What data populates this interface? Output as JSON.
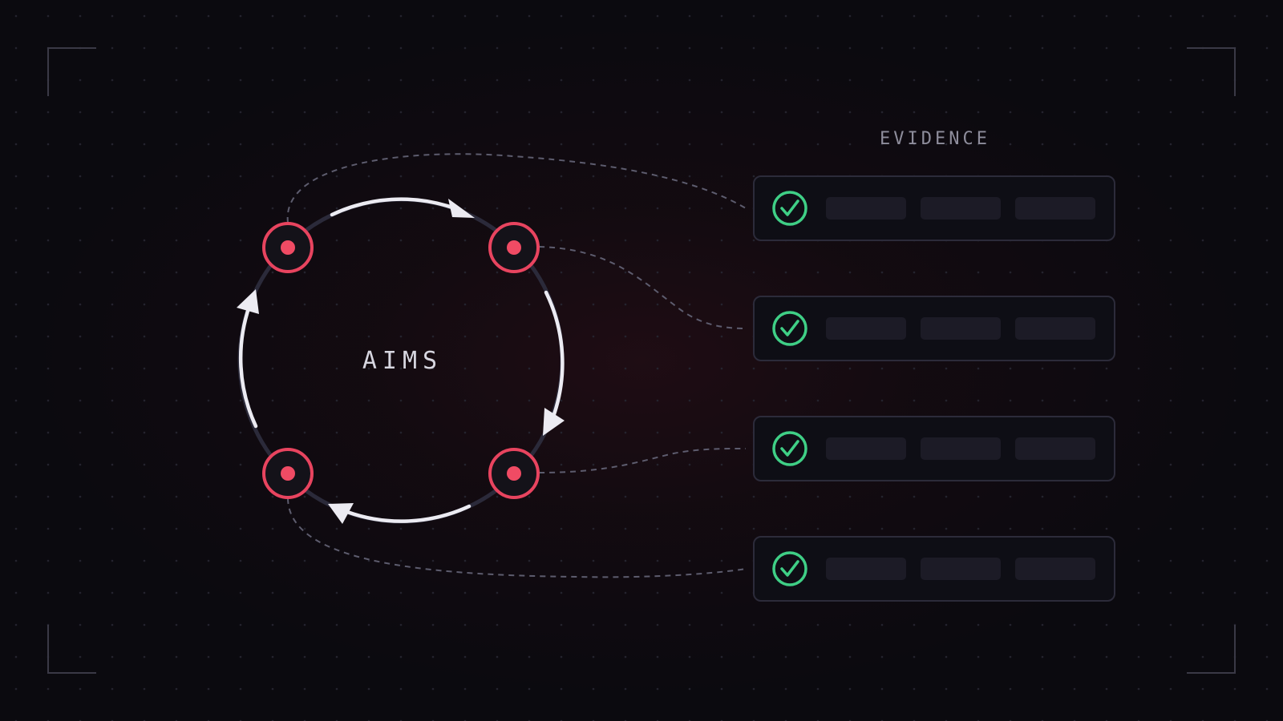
{
  "diagram": {
    "center_label": "AIMS",
    "panel_title": "EVIDENCE",
    "colors": {
      "background": "#0b0a0f",
      "node_ring": "#e8445f",
      "node_dot": "#f04b64",
      "cycle_arc": "#ecebf2",
      "cycle_track": "#2b2a3a",
      "check": "#3fcf86",
      "card_border": "#2c2b3a",
      "card_fill": "#0e0e15",
      "placeholder": "#1c1b26",
      "connector": "#5d5c6e",
      "corner_marks": "#3a3946",
      "label_text": "#d7d6e0",
      "title_text": "#8e8d9c"
    },
    "nodes": [
      {
        "id": "top-left"
      },
      {
        "id": "top-right"
      },
      {
        "id": "bottom-right"
      },
      {
        "id": "bottom-left"
      }
    ],
    "evidence_items": [
      {
        "status": "check"
      },
      {
        "status": "check"
      },
      {
        "status": "check"
      },
      {
        "status": "check"
      }
    ]
  }
}
